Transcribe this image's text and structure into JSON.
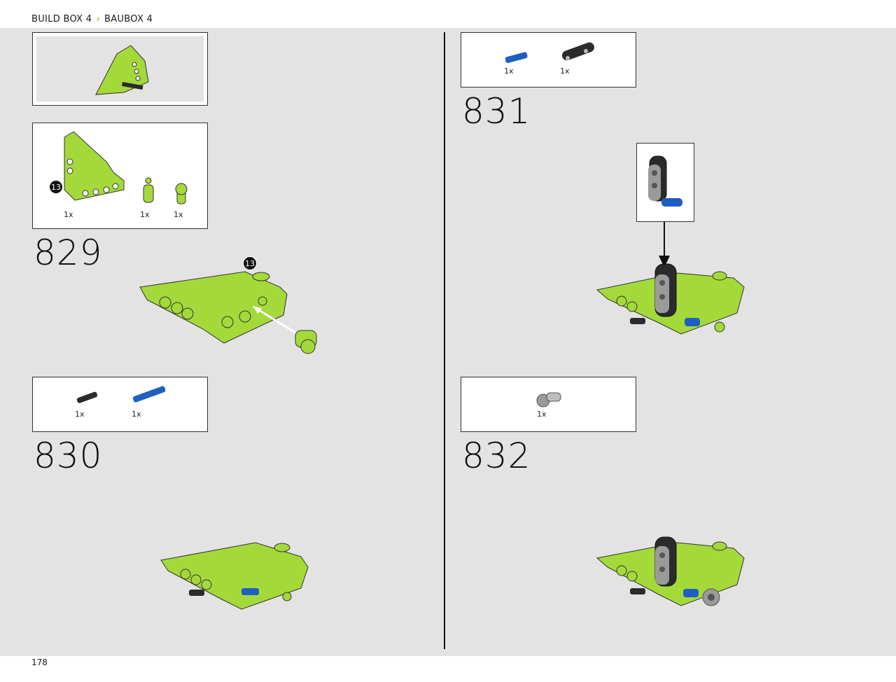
{
  "header": {
    "left": "BUILD BOX 4",
    "right": "BAUBOX 4"
  },
  "page_number": "178",
  "steps": {
    "s829": {
      "number": "829",
      "parts": [
        "1x",
        "1x",
        "1x"
      ],
      "annotation": "13"
    },
    "s830": {
      "number": "830",
      "parts": [
        "1x",
        "1x"
      ]
    },
    "s831": {
      "number": "831",
      "parts": [
        "1x",
        "1x"
      ]
    },
    "s832": {
      "number": "832",
      "parts": [
        "1x"
      ]
    }
  },
  "colors": {
    "lime": "#a4d93a",
    "accent": "#8cc63f",
    "blue": "#1f5fc4",
    "dark": "#2b2b2b",
    "grey": "#9a9a9a"
  }
}
